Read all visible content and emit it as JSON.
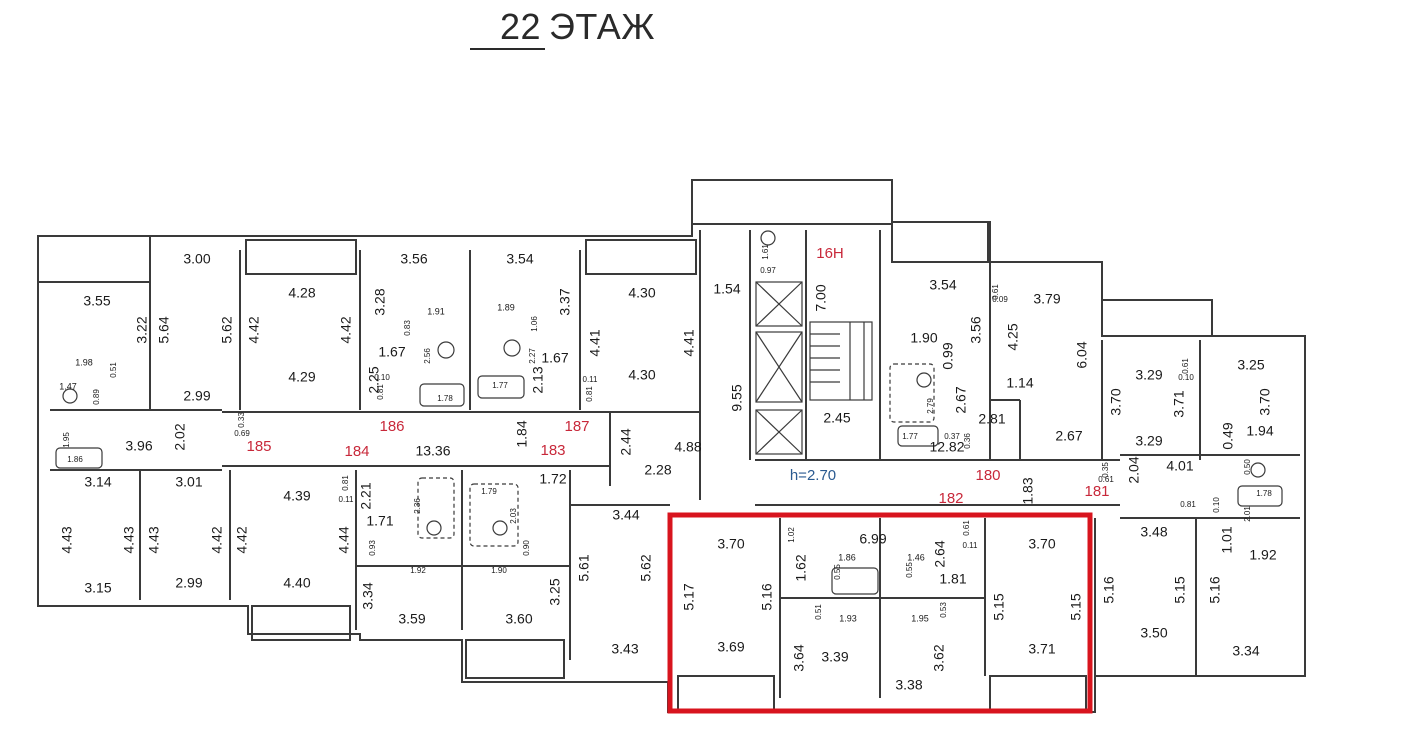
{
  "title": {
    "floor_number": "22",
    "floor_word": "ЭТАЖ"
  },
  "colors": {
    "wall": "#3a3a3a",
    "apartment_number": "#c8283a",
    "height_label": "#2a5a90",
    "highlight": "#d8141e"
  },
  "apartment_numbers": [
    "185",
    "186",
    "187",
    "184",
    "183",
    "180",
    "181",
    "182",
    "16Н"
  ],
  "height_note": "h=2.70",
  "dimensions": [
    "3.00",
    "3.55",
    "5.64",
    "3.22",
    "5.62",
    "2.99",
    "4.28",
    "4.42",
    "4.42",
    "4.29",
    "3.56",
    "3.28",
    "1.91",
    "0.83",
    "1.67",
    "2.25",
    "2.56",
    "0.10",
    "0.81",
    "1.78",
    "3.54",
    "3.37",
    "1.89",
    "1.06",
    "1.67",
    "2.27",
    "2.13",
    "1.77",
    "0.11",
    "0.81",
    "4.30",
    "4.41",
    "4.41",
    "4.30",
    "1.54",
    "1.61",
    "0.97",
    "7.00",
    "9.55",
    "2.45",
    "3.54",
    "0.61",
    "0.09",
    "3.79",
    "3.56",
    "4.25",
    "6.04",
    "1.90",
    "0.99",
    "2.67",
    "1.14",
    "2.79",
    "2.81",
    "1.77",
    "0.37",
    "0.36",
    "2.67",
    "3.29",
    "0.61",
    "0.10",
    "3.25",
    "3.70",
    "3.71",
    "3.70",
    "3.29",
    "0.49",
    "1.94",
    "1.98",
    "0.51",
    "1.47",
    "0.89",
    "1.95",
    "1.86",
    "3.96",
    "2.02",
    "0.69",
    "0.33",
    "1.84",
    "2.44",
    "4.88",
    "2.28",
    "13.36",
    "1.72",
    "12.82",
    "1.83",
    "0.35",
    "0.61",
    "2.04",
    "4.01",
    "0.50",
    "0.81",
    "0.10",
    "1.78",
    "2.01",
    "3.14",
    "4.43",
    "4.43",
    "3.15",
    "3.01",
    "4.43",
    "4.42",
    "2.99",
    "4.39",
    "0.81",
    "0.11",
    "4.42",
    "4.44",
    "4.40",
    "2.21",
    "1.71",
    "2.36",
    "0.93",
    "1.92",
    "2.03",
    "1.79",
    "0.90",
    "1.90",
    "3.44",
    "3.34",
    "3.59",
    "3.25",
    "3.60",
    "5.61",
    "5.62",
    "3.43",
    "3.70",
    "5.17",
    "3.69",
    "1.02",
    "6.99",
    "1.86",
    "1.46",
    "0.61",
    "0.11",
    "2.64",
    "1.62",
    "5.16",
    "0.55",
    "0.55",
    "1.81",
    "0.51",
    "1.93",
    "0.53",
    "1.95",
    "3.64",
    "3.39",
    "3.62",
    "3.38",
    "3.70",
    "5.15",
    "5.15",
    "3.71",
    "3.48",
    "5.16",
    "5.15",
    "3.50",
    "1.01",
    "5.16",
    "1.92",
    "3.34"
  ]
}
